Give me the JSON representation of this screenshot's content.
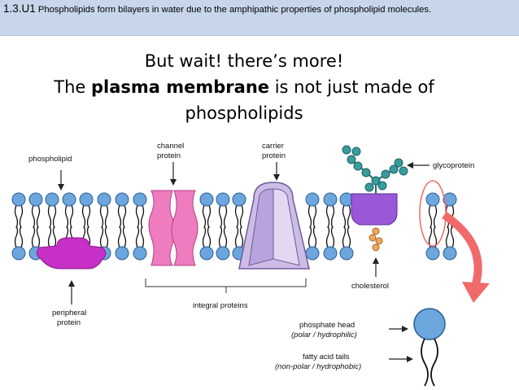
{
  "header": {
    "code": "1.3.U1",
    "text": " Phospholipids form bilayers in water due to the amphipathic properties of phospholipid molecules."
  },
  "headline": {
    "line1": "But wait! there’s more!",
    "line2_pre": "The ",
    "line2_bold": "plasma membrane",
    "line2_post": " is not just made of",
    "line3": "phospholipids"
  },
  "labels": {
    "phospholipid": "phospholipid",
    "channel_1": "channel",
    "channel_2": "protein",
    "carrier_1": "carrier",
    "carrier_2": "protein",
    "glycoprotein": "glycoprotein",
    "cholesterol": "cholesterol",
    "peripheral_1": "peripheral",
    "peripheral_2": "protein",
    "integral": "integral proteins",
    "phosphate_head": "phosphate head",
    "polar": "(polar / hydrophilic)",
    "fatty_tails": "fatty acid tails",
    "nonpolar": "(non-polar / hydrophobic)"
  },
  "colors": {
    "header_bg": "#c7d6ea",
    "phospholipid_head": "#6ca6dd",
    "peripheral_protein": "#c630c6",
    "channel_protein": "#f07cc0",
    "carrier_protein": "#cdbde6",
    "glycoprotein_body": "#9a58d8",
    "sugar_chain": "#3a9c9c",
    "cholesterol": "#f0a85a",
    "callout_arrow": "#f06a6a"
  }
}
